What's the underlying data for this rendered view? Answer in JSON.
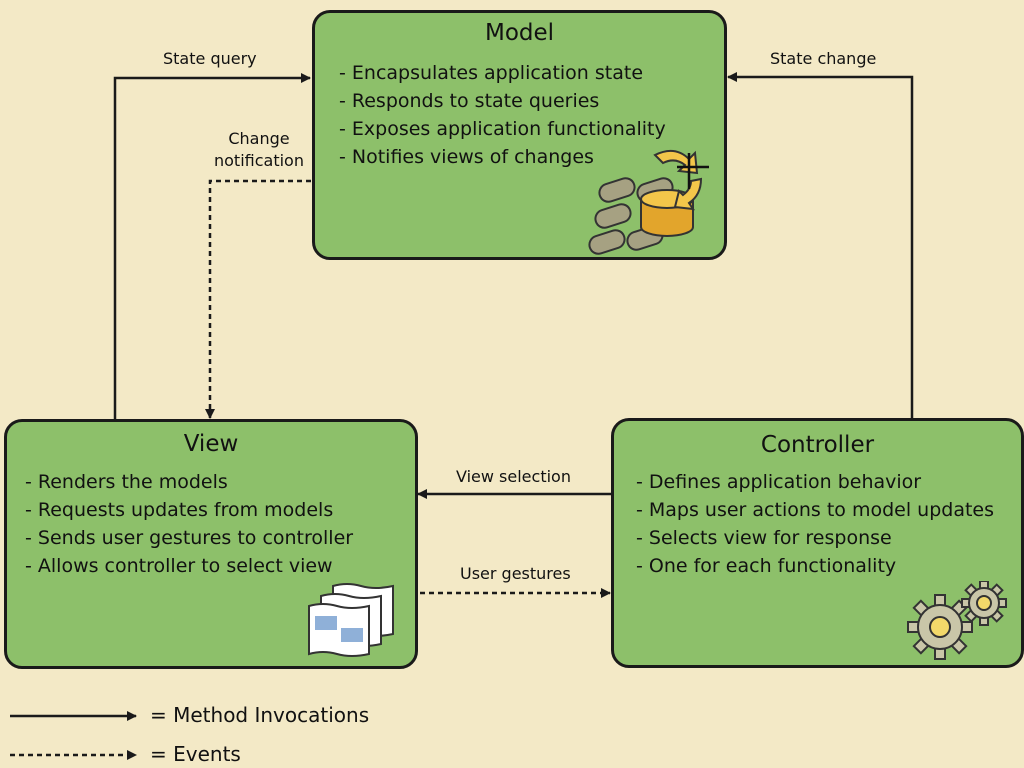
{
  "model": {
    "title": "Model",
    "items": [
      "- Encapsulates application state",
      "- Responds to state queries",
      "- Exposes application functionality",
      "- Notifies views of changes"
    ]
  },
  "view": {
    "title": "View",
    "items": [
      "- Renders the models",
      "- Requests updates from models",
      "- Sends user gestures to controller",
      "- Allows controller to select view"
    ]
  },
  "controller": {
    "title": "Controller",
    "items": [
      "- Defines application behavior",
      "- Maps user actions to model updates",
      "- Selects view for response",
      "- One for each functionality"
    ]
  },
  "arrows": {
    "state_query": "State query",
    "state_change": "State change",
    "change_notification_line1": "Change",
    "change_notification_line2": "notification",
    "view_selection": "View selection",
    "user_gestures": "User gestures"
  },
  "legend": {
    "method_invocations": "= Method Invocations",
    "events": "= Events"
  },
  "colors": {
    "background": "#f3e9c6",
    "box_fill": "#8dc06a",
    "stroke": "#1a1a1a"
  },
  "icons": {
    "model": "database-gears-icon",
    "view": "documents-icon",
    "controller": "gears-icon"
  }
}
